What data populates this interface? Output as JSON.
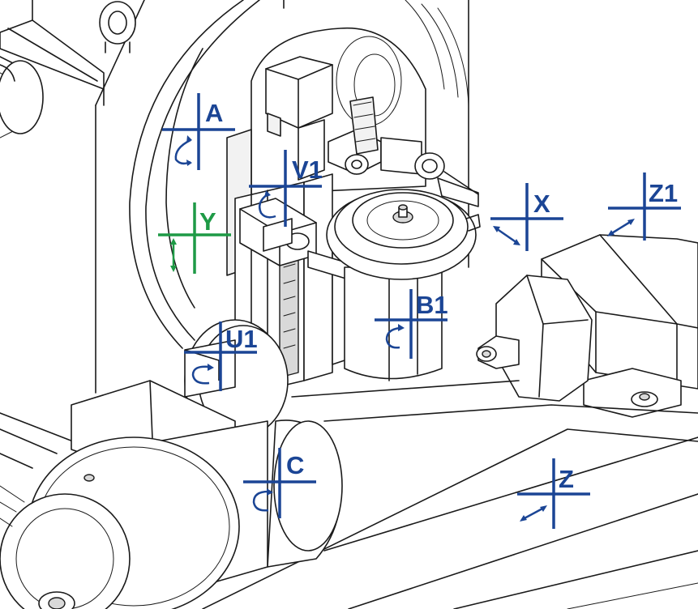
{
  "colors": {
    "axis_blue": "#1b4595",
    "axis_green": "#1e9a46",
    "line": "#1a1a1a"
  },
  "axes": [
    {
      "label": "A",
      "color": "#1b4595",
      "motion": "rotation"
    },
    {
      "label": "V1",
      "color": "#1b4595",
      "motion": "rotation"
    },
    {
      "label": "Y",
      "color": "#1e9a46",
      "motion": "linear-vertical"
    },
    {
      "label": "X",
      "color": "#1b4595",
      "motion": "linear-diagonal"
    },
    {
      "label": "Z1",
      "color": "#1b4595",
      "motion": "linear-diagonal"
    },
    {
      "label": "B1",
      "color": "#1b4595",
      "motion": "rotation"
    },
    {
      "label": "U1",
      "color": "#1b4595",
      "motion": "rotation"
    },
    {
      "label": "C",
      "color": "#1b4595",
      "motion": "rotation"
    },
    {
      "label": "Z",
      "color": "#1b4595",
      "motion": "linear-diagonal"
    }
  ]
}
